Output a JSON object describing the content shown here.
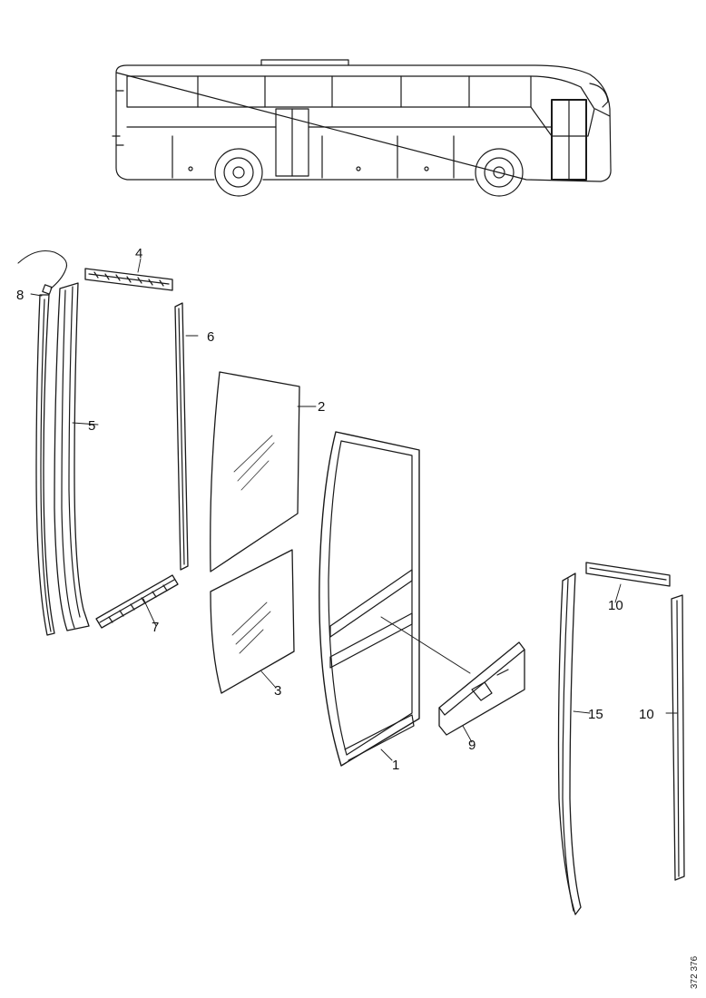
{
  "callouts": {
    "c1": "1",
    "c2": "2",
    "c3": "3",
    "c4": "4",
    "c5": "5",
    "c6": "6",
    "c7": "7",
    "c8": "8",
    "c9": "9",
    "c10a": "10",
    "c10b": "10",
    "c15": "15"
  },
  "reference_number": "372 376",
  "colors": {
    "line": "#1a1a1a",
    "glass_hatch": "#444444",
    "background": "#ffffff"
  }
}
